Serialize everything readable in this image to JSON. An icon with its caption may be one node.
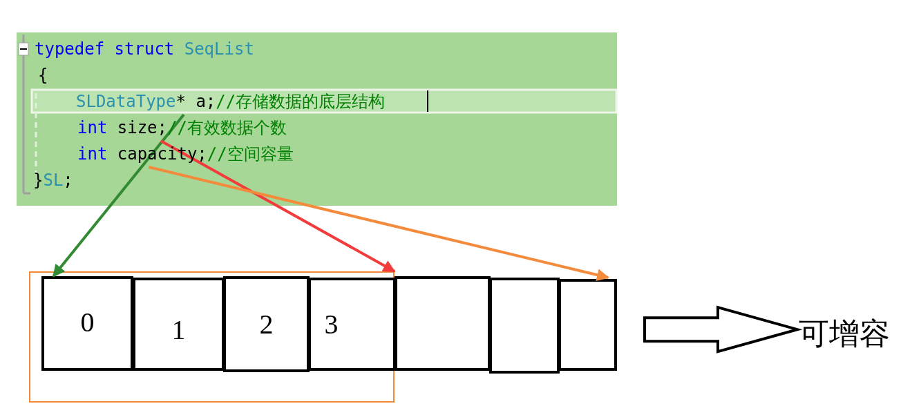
{
  "diagram": {
    "nodes": [
      {
        "text": [],
        "shape": "box"
      },
      {
        "text": [
          "typedef struct",
          "SeqList"
        ],
        "in": 0
      },
      {
        "text": [
          "{"
        ],
        "in": 0
      },
      {
        "text": [
          "SLDataType",
          "* a;",
          "//存储数据的底层结构"
        ],
        "in": 0
      },
      {
        "text": [
          "int",
          "size;",
          "//有效数据个数"
        ],
        "in": 0
      },
      {
        "text": [
          "int",
          "capacity;",
          "//空间容量"
        ],
        "in": 0
      },
      {
        "text": [
          "}",
          "SL",
          ";"
        ],
        "in": 0
      },
      {
        "text": [],
        "shape": "box"
      },
      {
        "text": [
          "0"
        ],
        "in": 7
      },
      {
        "text": [
          "1"
        ],
        "in": 7
      },
      {
        "text": [
          "2"
        ],
        "in": 7
      },
      {
        "text": [
          "3"
        ],
        "in": 7
      },
      {
        "text": [],
        "shape": "box"
      },
      {
        "text": [],
        "shape": "box"
      },
      {
        "text": [],
        "shape": "box"
      },
      {
        "text": [
          "可增容"
        ]
      }
    ],
    "edges": [
      {
        "from": 3,
        "to": 8,
        "arrow": "to",
        "color": "#328a32"
      },
      {
        "from": 4,
        "to": 7,
        "arrow": "to",
        "color": "#f23c3c"
      },
      {
        "from": 5,
        "to": 14,
        "arrow": "to",
        "color": "#f48a3c"
      },
      {
        "from": 14,
        "to": 15,
        "arrow": "to"
      }
    ]
  }
}
